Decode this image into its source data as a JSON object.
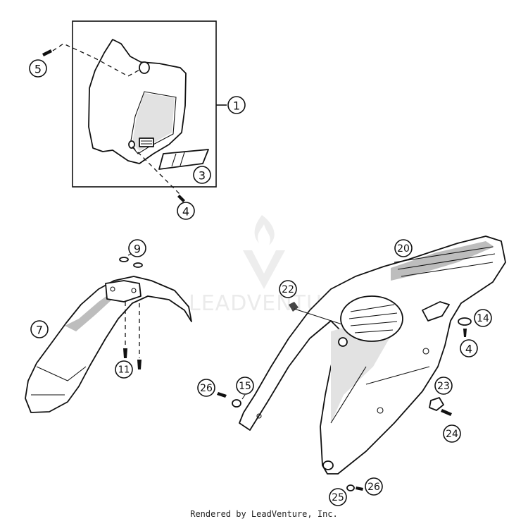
{
  "diagram": {
    "callouts": [
      {
        "id": "c1",
        "label": "1"
      },
      {
        "id": "c3",
        "label": "3"
      },
      {
        "id": "c4a",
        "label": "4"
      },
      {
        "id": "c5",
        "label": "5"
      },
      {
        "id": "c7",
        "label": "7"
      },
      {
        "id": "c9",
        "label": "9"
      },
      {
        "id": "c11",
        "label": "11"
      },
      {
        "id": "c14",
        "label": "14"
      },
      {
        "id": "c4b",
        "label": "4"
      },
      {
        "id": "c15",
        "label": "15"
      },
      {
        "id": "c20",
        "label": "20"
      },
      {
        "id": "c22",
        "label": "22"
      },
      {
        "id": "c23",
        "label": "23"
      },
      {
        "id": "c24",
        "label": "24"
      },
      {
        "id": "c25",
        "label": "25"
      },
      {
        "id": "c26a",
        "label": "26"
      },
      {
        "id": "c26b",
        "label": "26"
      }
    ],
    "watermark_text": "LEADVENTURE"
  },
  "footer": {
    "text": "Rendered by LeadVenture, Inc."
  }
}
